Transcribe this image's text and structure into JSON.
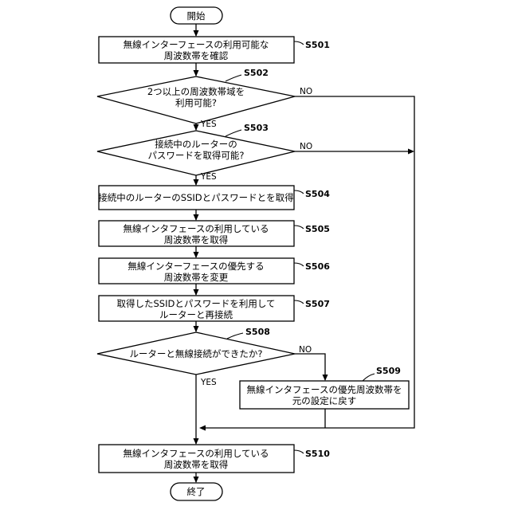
{
  "start": "開始",
  "end": "終了",
  "yes": "YES",
  "no": "NO",
  "steps": {
    "s501": {
      "label": "S501",
      "line1": "無線インターフェースの利用可能な",
      "line2": "周波数帯を確認"
    },
    "s502": {
      "label": "S502",
      "line1": "2つ以上の周波数帯域を",
      "line2": "利用可能?"
    },
    "s503": {
      "label": "S503",
      "line1": "接続中のルーターの",
      "line2": "パスワードを取得可能?"
    },
    "s504": {
      "label": "S504",
      "line1": "接続中のルーターのSSIDとパスワードとを取得"
    },
    "s505": {
      "label": "S505",
      "line1": "無線インタフェースの利用している",
      "line2": "周波数帯を取得"
    },
    "s506": {
      "label": "S506",
      "line1": "無線インターフェースの優先する",
      "line2": "周波数帯を変更"
    },
    "s507": {
      "label": "S507",
      "line1": "取得したSSIDとパスワードを利用して",
      "line2": "ルーターと再接続"
    },
    "s508": {
      "label": "S508",
      "line1": "ルーターと無線接続ができたか?"
    },
    "s509": {
      "label": "S509",
      "line1": "無線インタフェースの優先周波数帯を",
      "line2": "元の設定に戻す"
    },
    "s510": {
      "label": "S510",
      "line1": "無線インタフェースの利用している",
      "line2": "周波数帯を取得"
    }
  }
}
